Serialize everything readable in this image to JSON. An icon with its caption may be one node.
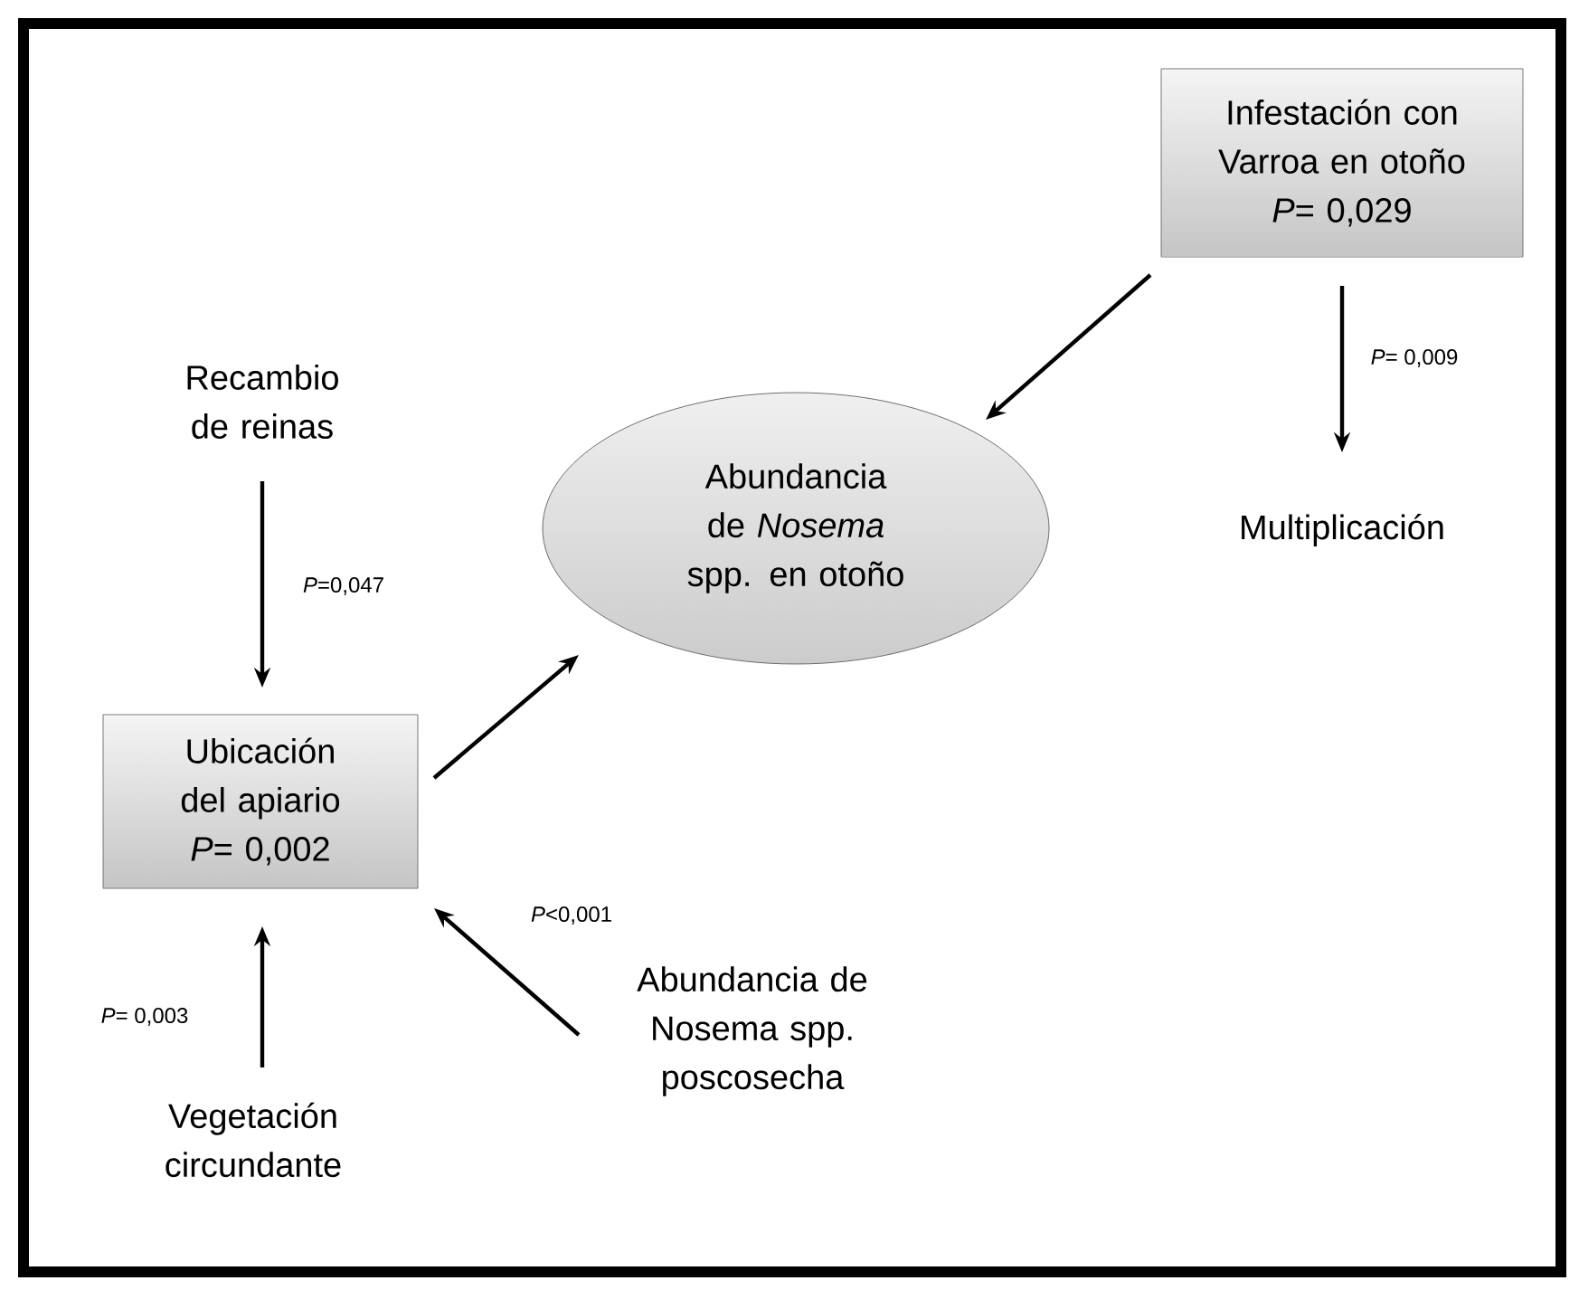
{
  "diagram": {
    "nodes": [
      {
        "text": [
          "Infestación con Varroa en otoño",
          "*P*= 0,029"
        ]
      },
      {
        "text": [
          "Recambio de reinas"
        ]
      },
      {
        "text": [
          "Abundancia de *Nosema* spp. en otoño"
        ]
      },
      {
        "text": [
          "Multiplicación"
        ]
      },
      {
        "text": [
          "Ubicación del apiario",
          "*P*= 0,002"
        ]
      },
      {
        "text": [
          "Abundancia de Nosema spp. poscosecha"
        ]
      },
      {
        "text": [
          "Vegetación circundante"
        ]
      }
    ],
    "edges": [
      {
        "from": 0,
        "to": 2,
        "arrow": "to"
      },
      {
        "from": 0,
        "to": 3,
        "arrow": "to",
        "label": "*P*= 0,009"
      },
      {
        "from": 1,
        "to": 4,
        "arrow": "to",
        "label": "*P*=0,047"
      },
      {
        "from": 4,
        "to": 2,
        "arrow": "to"
      },
      {
        "from": 5,
        "to": 4,
        "arrow": "to",
        "label": "*P*<0,001"
      },
      {
        "from": 6,
        "to": 4,
        "arrow": "to",
        "label": "*P*= 0,003"
      }
    ]
  }
}
